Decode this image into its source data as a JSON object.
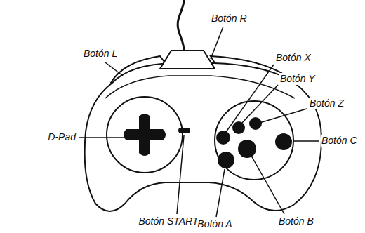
{
  "diagram": {
    "labels": [
      "Botón R",
      "Botón L",
      "Botón X",
      "Botón Y",
      "Botón Z",
      "D-Pad",
      "Botón C",
      "Botón START",
      "Botón A",
      "Botón B"
    ]
  }
}
